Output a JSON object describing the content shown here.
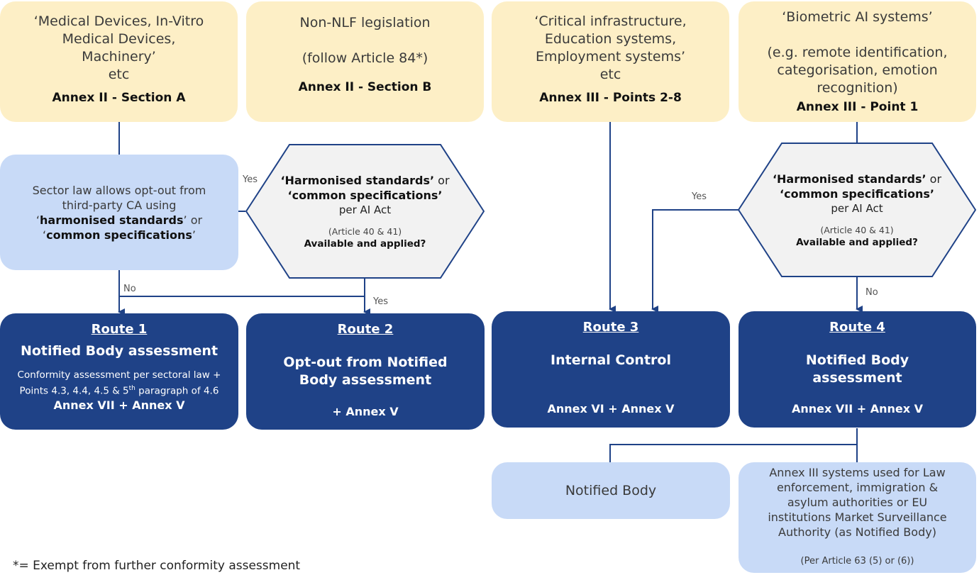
{
  "top_boxes": [
    {
      "lines": [
        "‘Medical Devices, In-Vitro",
        "Medical Devices,",
        "Machinery’",
        "etc"
      ],
      "annex": "Annex II - Section A"
    },
    {
      "lines": [
        "Non-NLF legislation",
        "",
        "(follow Article 84*)"
      ],
      "annex": "Annex II - Section B"
    },
    {
      "lines": [
        "‘Critical infrastructure,",
        "Education systems,",
        "Employment systems’",
        "etc"
      ],
      "annex": "Annex III - Points 2-8"
    },
    {
      "lines": [
        "‘Biometric AI systems’",
        "",
        "(e.g. remote identification,",
        "categorisation, emotion",
        "recognition)"
      ],
      "annex": "Annex III - Point 1"
    }
  ],
  "sector_box": {
    "line1": "Sector law allows opt-out from",
    "line2": "third-party CA using",
    "q1": "‘",
    "hs": "harmonised standards",
    "q2": "’ or",
    "q3": "‘",
    "cs": "common specifications",
    "q4": "’"
  },
  "hexagons": [
    {
      "hs": "‘Harmonised standards’",
      "or": " or",
      "cs": "‘common specifications’",
      "per": "per AI Act",
      "article": "(Article 40 & 41)",
      "question": "Available and applied?"
    },
    {
      "hs": "‘Harmonised standards’",
      "or": " or",
      "cs": "‘common specifications’",
      "per": "per AI Act",
      "article": "(Article 40 & 41)",
      "question": "Available and applied?"
    }
  ],
  "labels": {
    "yes": "Yes",
    "no": "No"
  },
  "routes": [
    {
      "title": "Route 1",
      "main": "Notified Body assessment",
      "detail1": "Conformity assessment per sectoral law +",
      "detail2a": "Points 4.3, 4.4, 4.5 & 5",
      "detail2sup": "th",
      "detail2b": " paragraph of 4.6",
      "annex": "Annex VII + Annex V"
    },
    {
      "title": "Route 2",
      "main1": "Opt-out from Notified",
      "main2": "Body assessment",
      "annex": "+ Annex V"
    },
    {
      "title": "Route 3",
      "main": "Internal Control",
      "annex": "Annex VI + Annex V"
    },
    {
      "title": "Route 4",
      "main1": "Notified Body",
      "main2": "assessment",
      "annex": "Annex VII + Annex V"
    }
  ],
  "bottom_boxes": {
    "notified_body": "Notified Body",
    "annex3_lines": [
      "Annex III systems used for Law",
      "enforcement, immigration &",
      "asylum authorities or EU",
      "institutions Market Surveillance",
      "Authority (as Notified Body)"
    ],
    "annex3_article": "(Per Article 63 (5) or (6))"
  },
  "footnote": "*= Exempt from further conformity assessment",
  "colors": {
    "yellow": "#fdefc6",
    "light_blue": "#c8daf7",
    "dark_blue": "#1f4287",
    "hexagon_fill": "#f2f2f2",
    "line": "#1f4287"
  }
}
